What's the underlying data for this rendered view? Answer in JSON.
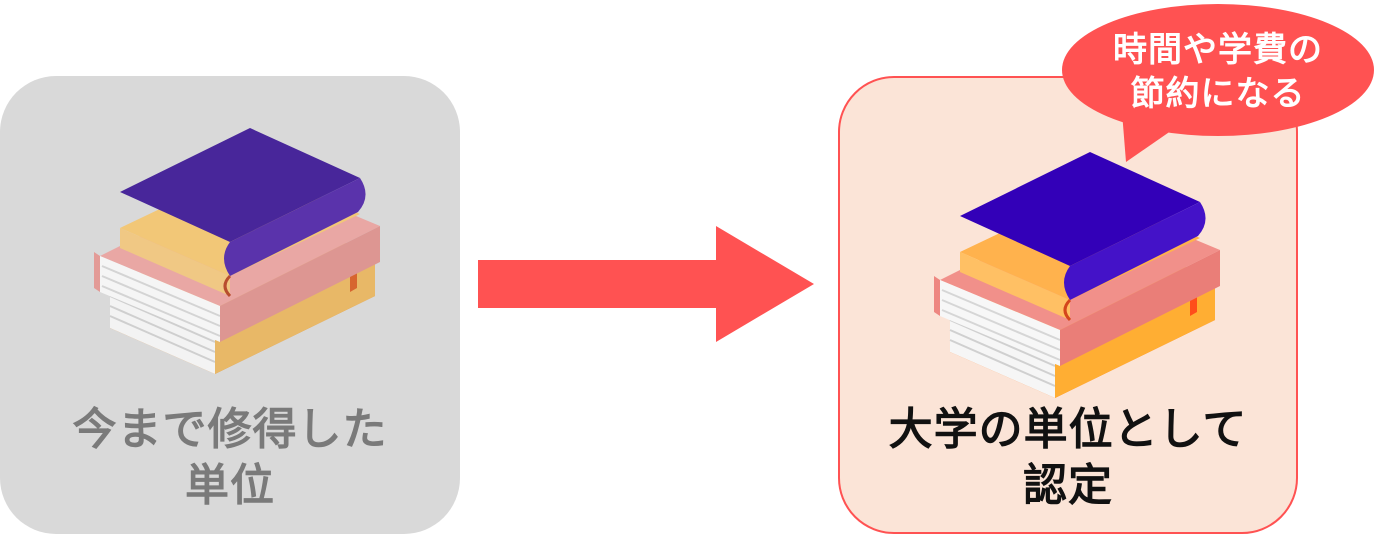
{
  "left_card": {
    "label_line1": "今まで修得した",
    "label_line2": "単位",
    "icon": "books-stack-icon"
  },
  "right_card": {
    "label_line1": "大学の単位として",
    "label_line2": "認定",
    "icon": "books-stack-icon"
  },
  "bubble": {
    "line1": "時間や学費の",
    "line2": "節約になる"
  },
  "colors": {
    "accent": "#ff5252",
    "left_card_bg": "#d9d9d9",
    "right_card_bg": "#fbe4d7",
    "left_label": "#7a7a7a",
    "right_label": "#111111"
  }
}
